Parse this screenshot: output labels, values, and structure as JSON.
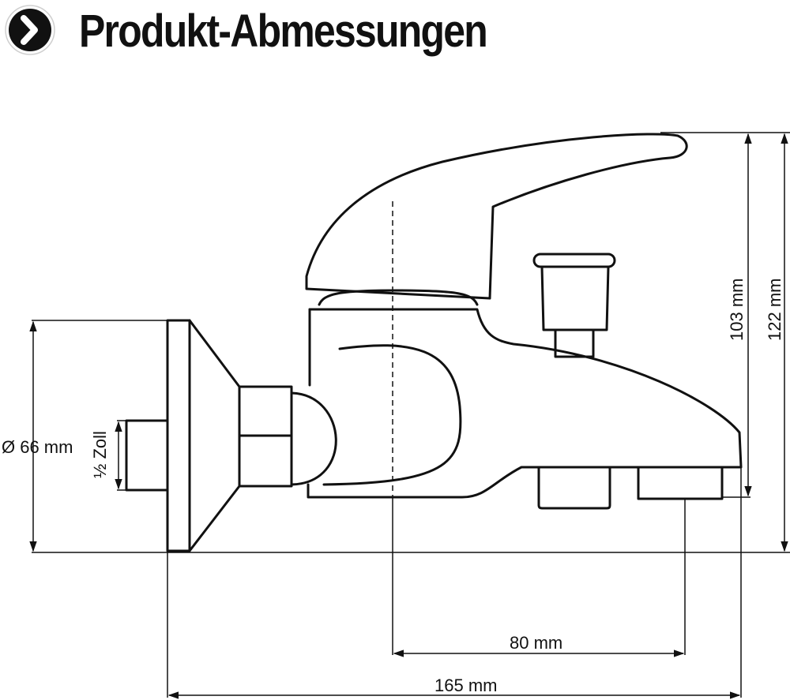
{
  "title": "Produkt-Abmessungen",
  "icons": {
    "header": "chevron-right-icon"
  },
  "colors": {
    "ink": "#111111",
    "background": "#ffffff"
  },
  "dimensions": {
    "diameter": "Ø 66 mm",
    "thread": "½ Zoll",
    "height_inner": "103 mm",
    "height_total": "122 mm",
    "depth_spout": "80 mm",
    "depth_total": "165 mm"
  }
}
